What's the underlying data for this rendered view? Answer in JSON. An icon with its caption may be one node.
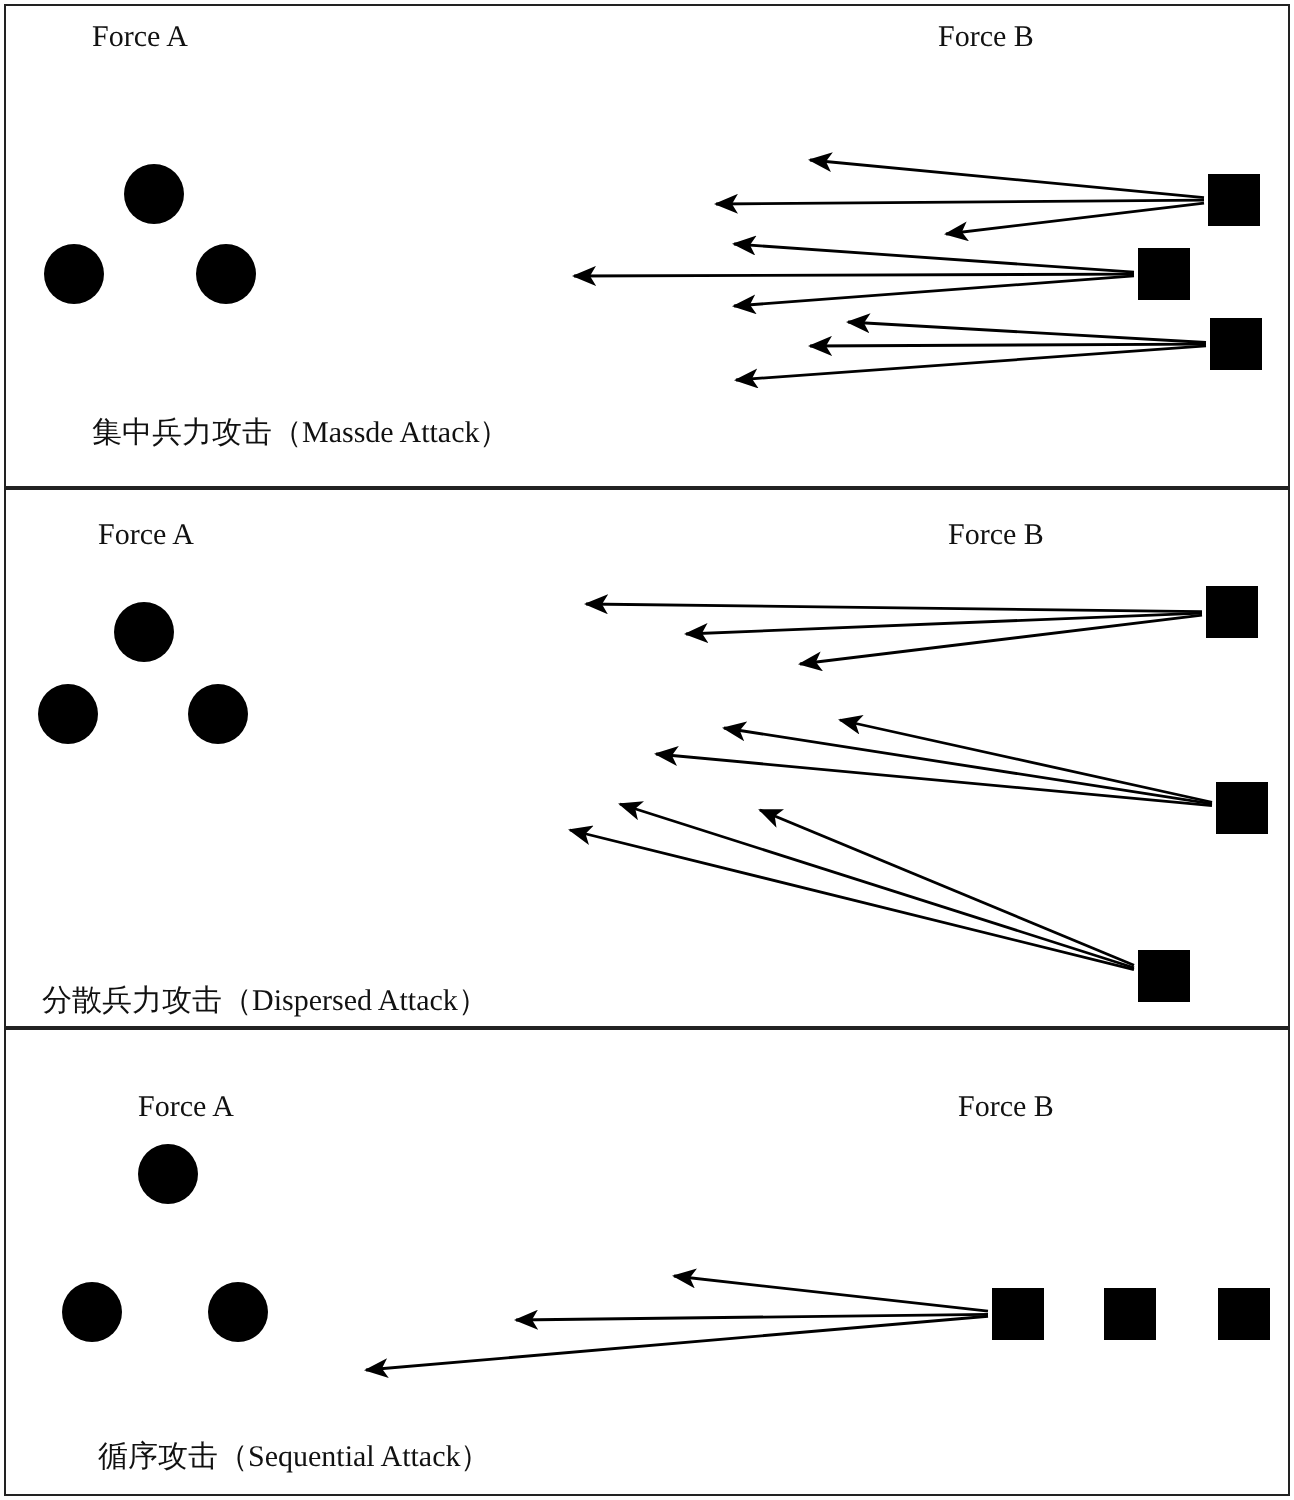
{
  "diagram": {
    "nodes": [
      {
        "text": [
          "Force A",
          "Force B",
          "集中兵力攻击（Massde Attack）"
        ]
      },
      {
        "text": [],
        "shape": "circle",
        "in": 0
      },
      {
        "text": [],
        "shape": "circle",
        "in": 0
      },
      {
        "text": [],
        "shape": "circle",
        "in": 0
      },
      {
        "text": [],
        "shape": "box",
        "in": 0
      },
      {
        "text": [],
        "shape": "box",
        "in": 0
      },
      {
        "text": [],
        "shape": "box",
        "in": 0
      },
      {
        "text": [
          "Force A",
          "Force B",
          "分散兵力攻击（Dispersed Attack）"
        ]
      },
      {
        "text": [],
        "shape": "circle",
        "in": 7
      },
      {
        "text": [],
        "shape": "circle",
        "in": 7
      },
      {
        "text": [],
        "shape": "circle",
        "in": 7
      },
      {
        "text": [],
        "shape": "box",
        "in": 7
      },
      {
        "text": [],
        "shape": "box",
        "in": 7
      },
      {
        "text": [],
        "shape": "box",
        "in": 7
      },
      {
        "text": [
          "Force A",
          "Force B",
          "循序攻击（Sequential Attack）"
        ]
      },
      {
        "text": [],
        "shape": "circle",
        "in": 14
      },
      {
        "text": [],
        "shape": "circle",
        "in": 14
      },
      {
        "text": [],
        "shape": "circle",
        "in": 14
      },
      {
        "text": [],
        "shape": "box",
        "in": 14
      },
      {
        "text": [],
        "shape": "box",
        "in": 14
      },
      {
        "text": [],
        "shape": "box",
        "in": 14
      }
    ],
    "edges": [
      {
        "from": 4,
        "to": null,
        "arrow": "to"
      },
      {
        "from": 4,
        "to": null,
        "arrow": "to"
      },
      {
        "from": 4,
        "to": null,
        "arrow": "to"
      },
      {
        "from": 5,
        "to": null,
        "arrow": "to"
      },
      {
        "from": 5,
        "to": null,
        "arrow": "to"
      },
      {
        "from": 5,
        "to": null,
        "arrow": "to"
      },
      {
        "from": 6,
        "to": null,
        "arrow": "to"
      },
      {
        "from": 6,
        "to": null,
        "arrow": "to"
      },
      {
        "from": 6,
        "to": null,
        "arrow": "to"
      },
      {
        "from": 11,
        "to": null,
        "arrow": "to"
      },
      {
        "from": 11,
        "to": null,
        "arrow": "to"
      },
      {
        "from": 11,
        "to": null,
        "arrow": "to"
      },
      {
        "from": 12,
        "to": null,
        "arrow": "to"
      },
      {
        "from": 12,
        "to": null,
        "arrow": "to"
      },
      {
        "from": 12,
        "to": null,
        "arrow": "to"
      },
      {
        "from": 13,
        "to": null,
        "arrow": "to"
      },
      {
        "from": 13,
        "to": null,
        "arrow": "to"
      },
      {
        "from": 13,
        "to": null,
        "arrow": "to"
      },
      {
        "from": 18,
        "to": null,
        "arrow": "to"
      },
      {
        "from": 18,
        "to": null,
        "arrow": "to"
      },
      {
        "from": 18,
        "to": null,
        "arrow": "to"
      }
    ]
  }
}
